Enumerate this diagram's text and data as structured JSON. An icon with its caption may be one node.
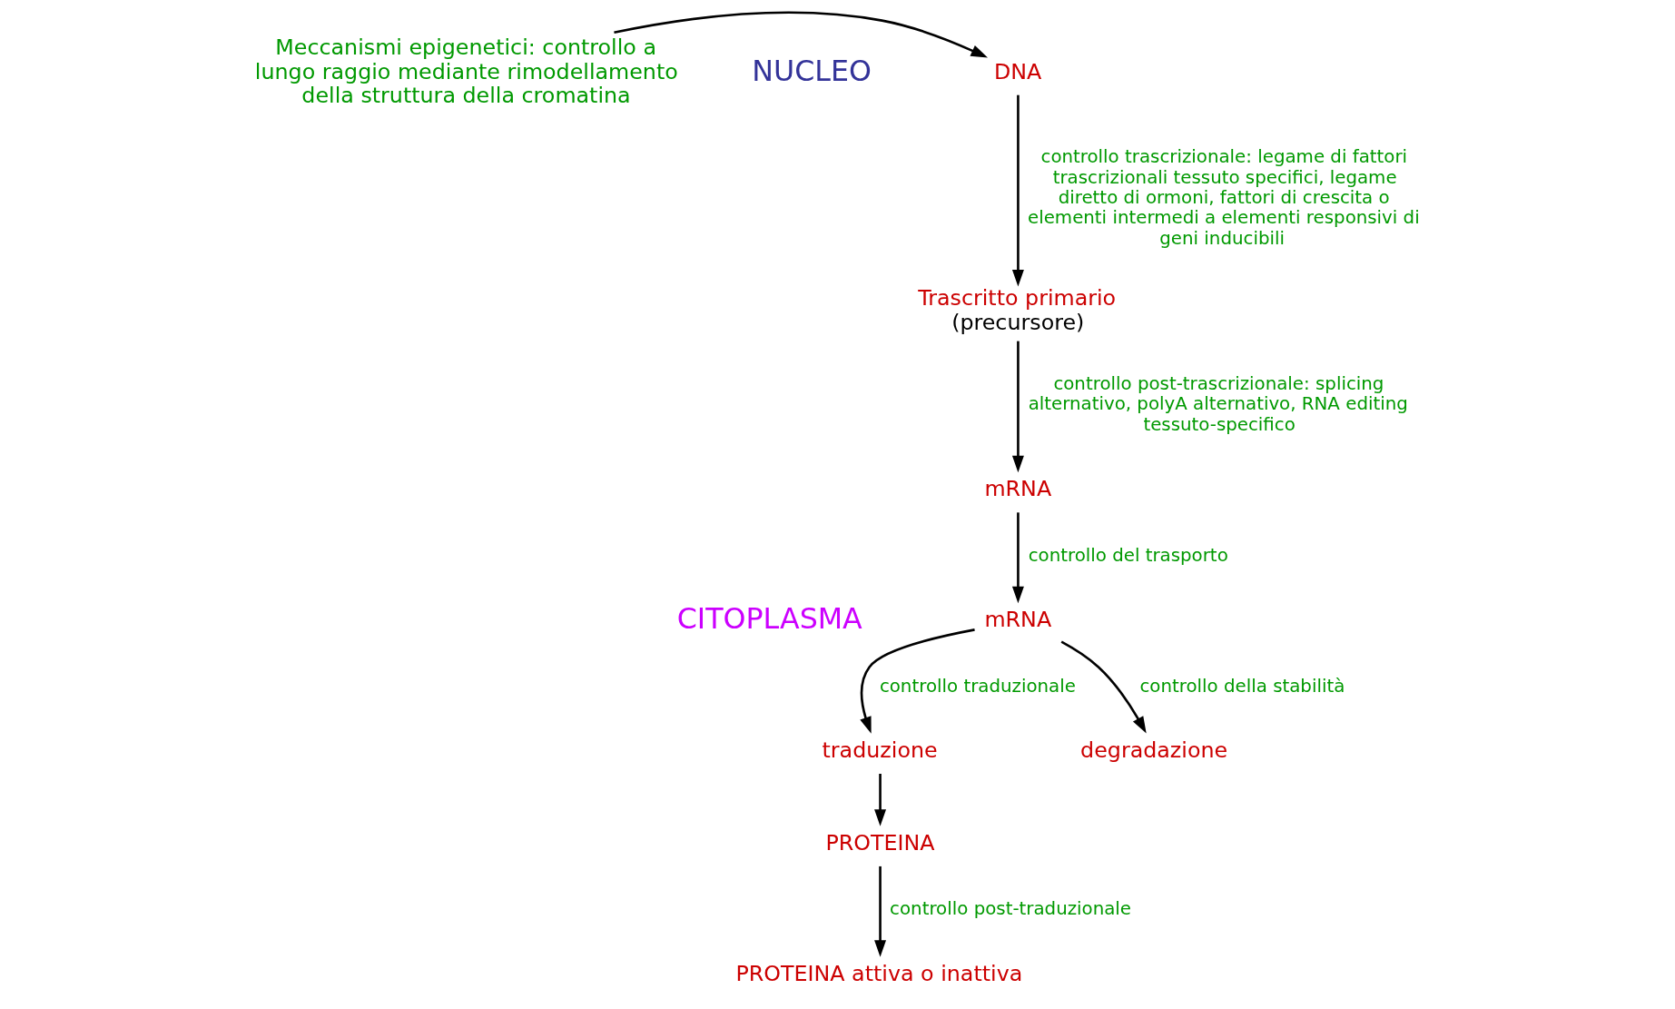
{
  "diagram": {
    "nodes": [
      {
        "text": [
          "DNA"
        ]
      },
      {
        "text": [
          "Meccanismi epigenetici: controllo a lungo raggio mediante rimodellamento della struttura della cromatina"
        ]
      },
      {
        "text": [
          "Trascritto primario"
        ],
        "beside": [
          "(precursore)"
        ]
      },
      {
        "text": [
          "mRNA"
        ]
      },
      {
        "text": [
          "mRNA"
        ]
      },
      {
        "text": [
          "traduzione"
        ]
      },
      {
        "text": [
          "degradazione"
        ]
      },
      {
        "text": [
          "PROTEINA"
        ]
      },
      {
        "text": [
          "PROTEINA attiva o inattiva"
        ]
      }
    ],
    "edges": [
      {
        "from": 1,
        "to": 0,
        "arrow": "to"
      },
      {
        "from": 0,
        "to": 2,
        "arrow": "to",
        "label": "controllo trascrizionale: legame di fattori trascrizionali tessuto specifici, legame diretto di ormoni, fattori di crescita o elementi intermedi a elementi responsivi di geni inducibili"
      },
      {
        "from": 2,
        "to": 3,
        "arrow": "to",
        "label": "controllo post-trascrizionale: splicing alternativo, polyA alternativo, RNA editing tessuto-specifico"
      },
      {
        "from": 3,
        "to": 4,
        "arrow": "to",
        "label": "controllo del trasporto"
      },
      {
        "from": 4,
        "to": 5,
        "arrow": "to",
        "label": "controllo traduzionale"
      },
      {
        "from": 4,
        "to": 6,
        "arrow": "to",
        "label": "controllo della stabilità"
      },
      {
        "from": 5,
        "to": 7,
        "arrow": "to"
      },
      {
        "from": 7,
        "to": 8,
        "arrow": "to",
        "label": "controllo post-traduzionale"
      }
    ],
    "labels": [
      "NUCLEO",
      "CITOPLASMA"
    ]
  }
}
